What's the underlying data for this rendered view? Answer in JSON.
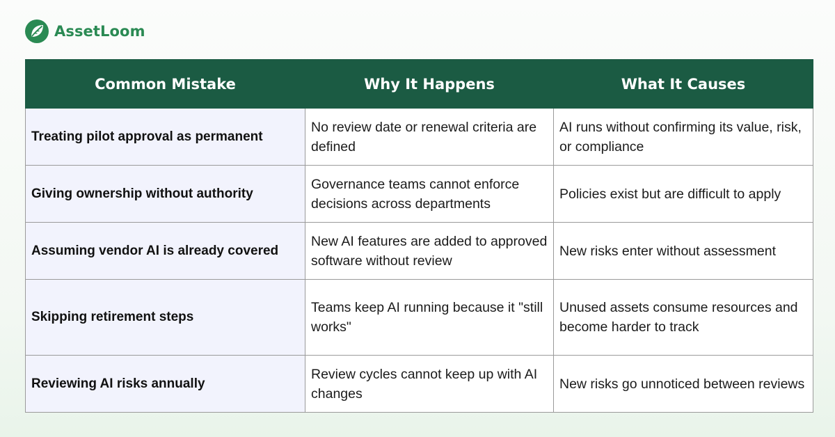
{
  "brand": {
    "name": "AssetLoom",
    "icon": "leaf-logo-icon",
    "colors": {
      "primary": "#2a8a53",
      "light": "#5fbf84"
    }
  },
  "table": {
    "header_color": "#1b5b43",
    "first_column_color": "#f2f3fd",
    "headers": [
      "Common Mistake",
      "Why It Happens",
      "What It Causes"
    ],
    "rows": [
      [
        "Treating pilot approval as permanent",
        "No review date or renewal criteria are defined",
        "AI runs without confirming its value, risk, or compliance"
      ],
      [
        "Giving ownership without authority",
        "Governance teams cannot enforce decisions across departments",
        "Policies exist but are difficult to apply"
      ],
      [
        "Assuming vendor AI is already covered",
        "New AI features are added to approved software without review",
        "New risks enter without assessment"
      ],
      [
        "Skipping retirement steps",
        "Teams keep AI running because it \"still works\"",
        "Unused assets consume resources and become harder to track"
      ],
      [
        "Reviewing AI risks annually",
        "Review cycles cannot keep up with AI changes",
        "New risks go unnoticed between reviews"
      ]
    ]
  }
}
